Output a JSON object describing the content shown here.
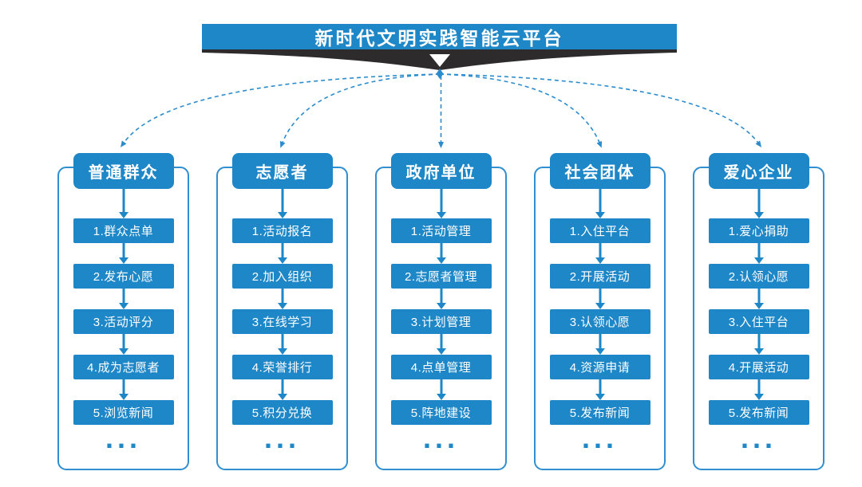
{
  "banner": {
    "title": "新时代文明实践智能云平台"
  },
  "colors": {
    "primary": "#1e87c7",
    "frame_border": "#2f8fd0",
    "ribbon": "#2d2b2c",
    "dash": "#2a8ccd",
    "text_on_blue": "#ffffff",
    "background": "#ffffff"
  },
  "columns": [
    {
      "header": "普通群众",
      "steps": [
        "1.群众点单",
        "2.发布心愿",
        "3.活动评分",
        "4.成为志愿者",
        "5.浏览新闻"
      ],
      "more": "..."
    },
    {
      "header": "志愿者",
      "steps": [
        "1.活动报名",
        "2.加入组织",
        "3.在线学习",
        "4.荣誉排行",
        "5.积分兑换"
      ],
      "more": "..."
    },
    {
      "header": "政府单位",
      "steps": [
        "1.活动管理",
        "2.志愿者管理",
        "3.计划管理",
        "4.点单管理",
        "5.阵地建设"
      ],
      "more": "..."
    },
    {
      "header": "社会团体",
      "steps": [
        "1.入住平台",
        "2.开展活动",
        "3.认领心愿",
        "4.资源申请",
        "5.发布新闻"
      ],
      "more": "..."
    },
    {
      "header": "爱心企业",
      "steps": [
        "1.爱心捐助",
        "2.认领心愿",
        "3.入住平台",
        "4.开展活动",
        "5.发布新闻"
      ],
      "more": "..."
    }
  ]
}
